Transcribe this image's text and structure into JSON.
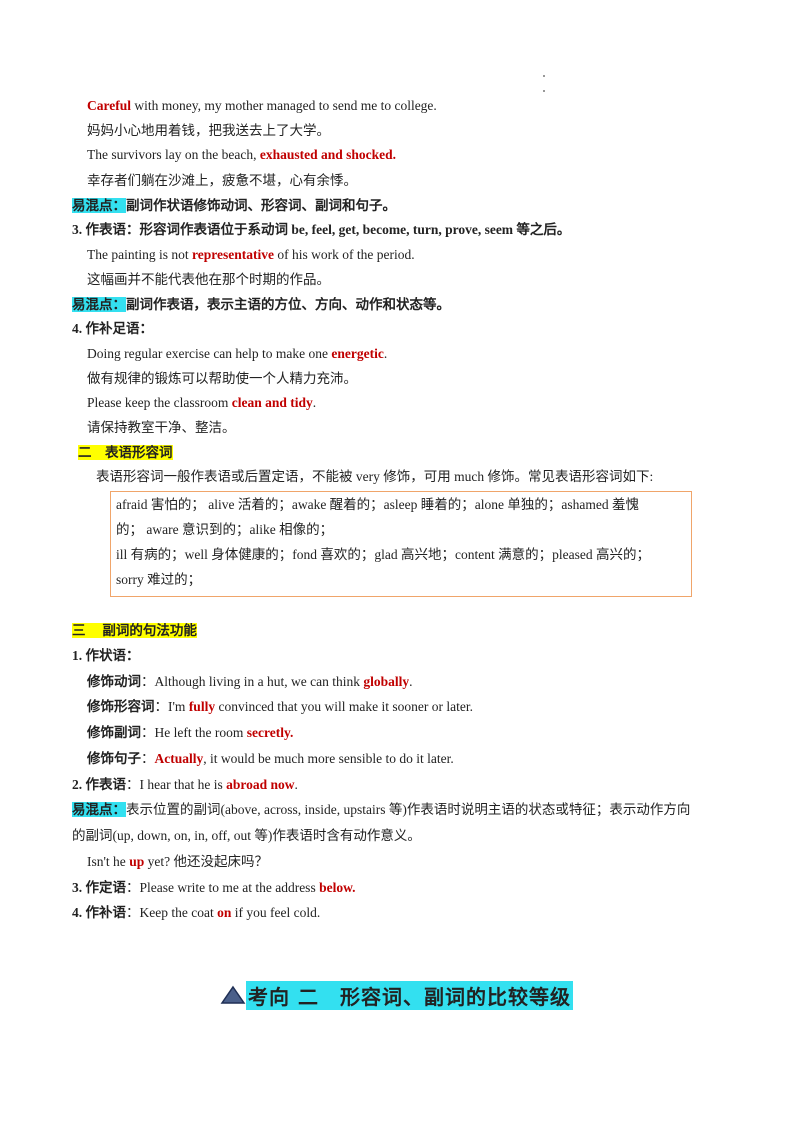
{
  "lines": {
    "l1_a": "Careful",
    "l1_b": " with money, my mother managed to send me to college.",
    "l2": "妈妈小心地用着钱，把我送去上了大学。",
    "l3_a": "The survivors lay on the beach, ",
    "l3_b": "exhausted and shocked.",
    "l4": "幸存者们躺在沙滩上，疲惫不堪，心有余悸。",
    "l5_hl": "易混点：",
    "l5_b": "副词作状语修饰动词、形容词、副词和句子。",
    "l6": "3. 作表语：形容词作表语位于系动词 be, feel, get, become, turn, prove, seem 等之后。",
    "l7_a": "The painting is not ",
    "l7_b": "representative",
    "l7_c": " of his work of the period.",
    "l8": "这幅画并不能代表他在那个时期的作品。",
    "l9_hl": "易混点：",
    "l9_b": "副词作表语，表示主语的方位、方向、动作和状态等。",
    "l10": "4. 作补足语：",
    "l11_a": "Doing regular exercise can help to make one ",
    "l11_b": "energetic",
    "l11_c": ".",
    "l12": "做有规律的锻炼可以帮助使一个人精力充沛。",
    "l13_a": "Please keep the classroom ",
    "l13_b": "clean and tidy",
    "l13_c": ".",
    "l14": "请保持教室干净、整洁。",
    "sec2": "二　表语形容词",
    "l15": "表语形容词一般作表语或后置定语，不能被 very 修饰，可用 much 修饰。常见表语形容词如下:",
    "box1": "afraid 害怕的；  alive 活着的；awake 醒着的；asleep 睡着的；alone 单独的；ashamed 羞愧",
    "box2": "的；  aware 意识到的；alike 相像的；",
    "box3": "ill 有病的；well 身体健康的；fond 喜欢的；glad 高兴地；content 满意的；pleased 高兴的；",
    "box4": "sorry 难过的；",
    "sec3": "三　 副词的句法功能",
    "l16": "1. 作状语：",
    "l17_k": "修饰动词",
    "l17_a": "：Although living in a hut, we can think ",
    "l17_b": "globally",
    "l17_c": ".",
    "l18_k": "修饰形容词",
    "l18_a": "：I'm ",
    "l18_b": "fully",
    "l18_c": " convinced that you will make it sooner or later.",
    "l19_k": "修饰副词",
    "l19_a": "：He left the room ",
    "l19_b": "secretly.",
    "l20_k": "修饰句子",
    "l20_a": "：",
    "l20_b": "Actually",
    "l20_c": ", it would be much more sensible to do it later.",
    "l21_k": "2. 作表语",
    "l21_a": "：I hear that he is ",
    "l21_b": "abroad now",
    "l21_c": ".",
    "l22_hl": "易混点：",
    "l22_b": "表示位置的副词(above, across, inside, upstairs 等)作表语时说明主语的状态或特征；表示动作方向",
    "l23": "的副词(up, down, on, in, off, out 等)作表语时含有动作意义。",
    "l24_a": "Isn't he ",
    "l24_b": "up",
    "l24_c": " yet? 他还没起床吗？",
    "l25_k": "3. 作定语",
    "l25_a": "：Please write to me at the address ",
    "l25_b": "below.",
    "l26_k": "4. 作补语",
    "l26_a": "：Keep the coat ",
    "l26_b": "on",
    "l26_c": " if you feel cold.",
    "footer": "考向 二　形容词、副词的比较等级",
    "colors": {
      "red": "#c00000",
      "cyan": "#33e0f0",
      "yellow": "#ffff00",
      "box_border": "#f0a56a"
    },
    "icons": {
      "footer_icon": "triangle-icon"
    }
  }
}
